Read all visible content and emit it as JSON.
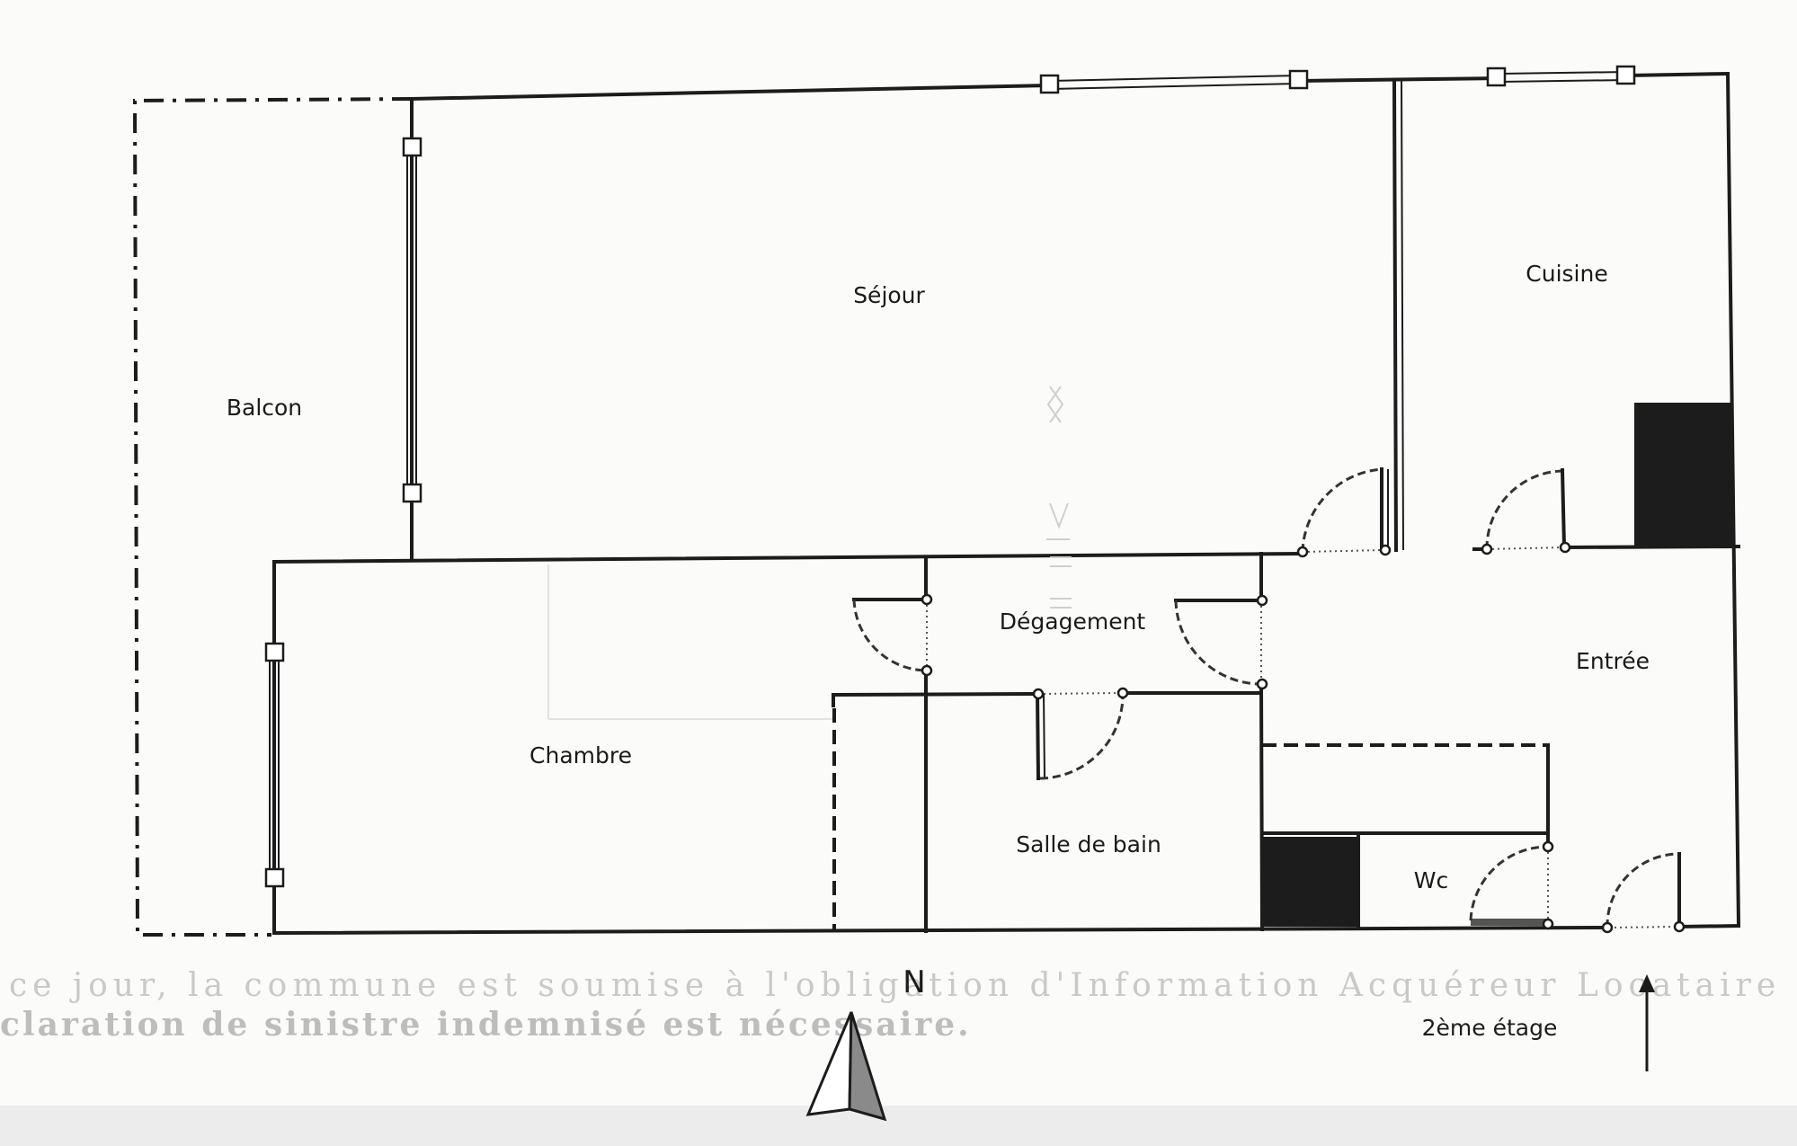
{
  "rooms": {
    "balcon": "Balcon",
    "sejour": "Séjour",
    "cuisine": "Cuisine",
    "degagement": "Dégagement",
    "entree": "Entrée",
    "chambre": "Chambre",
    "salle_de_bain": "Salle de bain",
    "wc": "Wc"
  },
  "compass": {
    "label": "N",
    "icon": "north-arrow-icon"
  },
  "floor_label": "2ème étage",
  "entry_arrow_icon": "entry-arrow-icon",
  "bleed_through_text": {
    "line1": "ce jour, la commune est soumise à l'obligation d'Information Acquéreur Locataire (IAL).",
    "line2": "claration de sinistre indemnisé est nécessaire."
  },
  "colors": {
    "wall": "#1c1c1c",
    "paper": "#fbfbfa",
    "ghost_text": "#c9c9c9"
  }
}
